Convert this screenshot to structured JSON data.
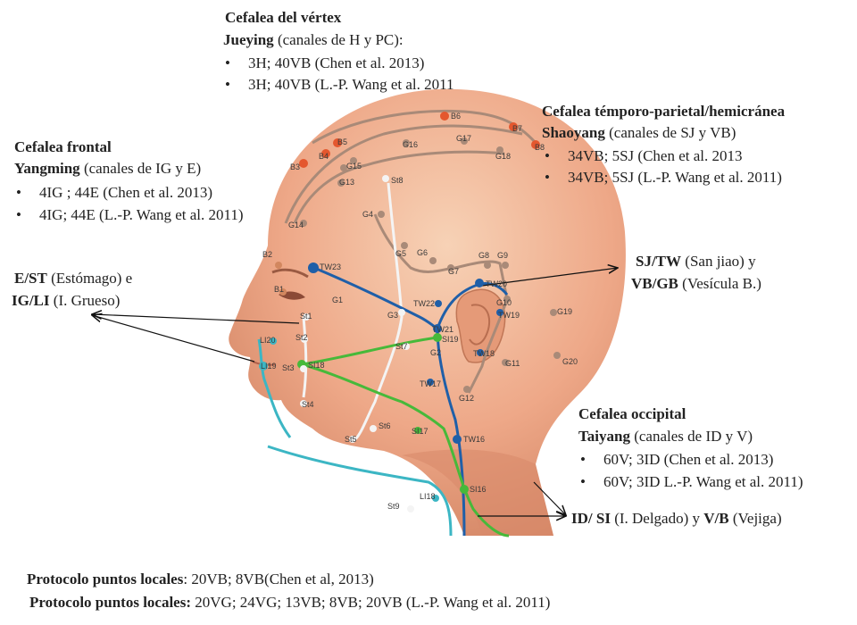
{
  "vertex": {
    "title": "Cefalea del vértex",
    "meridian": "Jueying",
    "meridian_note": "(canales de H y PC):",
    "items": [
      "3H; 40VB (Chen et al. 2013)",
      "3H; 40VB (L.-P. Wang et al. 2011"
    ]
  },
  "frontal": {
    "title": "Cefalea frontal",
    "meridian": "Yangming",
    "meridian_note": "(canales de IG y E)",
    "items": [
      "4IG ; 44E (Chen et al. 2013)",
      "4IG; 44E (L.-P. Wang et al. 2011)"
    ]
  },
  "temporal": {
    "title": "Cefalea témporo-parietal/hemicránea",
    "meridian": "Shaoyang",
    "meridian_note": "(canales de SJ y VB)",
    "items": [
      "34VB; 5SJ (Chen et al. 2013",
      "34VB;  5SJ (L.-P. Wang et al. 2011)"
    ]
  },
  "occipital": {
    "title": "Cefalea occipital",
    "meridian": "Taiyang",
    "meridian_note": "(canales de ID y V)",
    "items": [
      "60V; 3ID (Chen et al. 2013)",
      "60V; 3ID L.-P. Wang et al. 2011)"
    ]
  },
  "estomago": {
    "abbr1": "E/ST",
    "name1": "(Estómago) e",
    "abbr2": "IG/LI",
    "name2": "(I. Grueso)"
  },
  "sanjiao": {
    "abbr1": "SJ/TW",
    "name1": "(San jiao) y",
    "abbr2": "VB/GB",
    "name2": "(Vesícula B.)"
  },
  "delgado": {
    "abbr1": "ID/ SI",
    "name1": "(I. Delgado) y",
    "abbr2": "V/B",
    "name2": "(Vejiga)"
  },
  "protocol": {
    "line1_label": "Protocolo puntos locales",
    "line1_text": ": 20VB; 8VB(Chen et al, 2013)",
    "line2_label": "Protocolo puntos locales:",
    "line2_text": " 20VG; 24VG; 13VB; 8VB; 20VB (L.-P. Wang et al. 2011)"
  },
  "bullet": "•",
  "points": {
    "B1": "B1",
    "B2": "B2",
    "B3": "B3",
    "B4": "B4",
    "B5": "B5",
    "B6": "B6",
    "B7": "B7",
    "B8": "B8",
    "G1": "G1",
    "G2": "G2",
    "G3": "G3",
    "G4": "G4",
    "G5": "G5",
    "G6": "G6",
    "G7": "G7",
    "G8": "G8",
    "G9": "G9",
    "G10": "G10",
    "G11": "G11",
    "G12": "G12",
    "G13": "G13",
    "G14": "G14",
    "G15": "G15",
    "G16": "G16",
    "G17": "G17",
    "G18": "G18",
    "G19": "G19",
    "G20": "G20",
    "St1": "St1",
    "St2": "St2",
    "St3": "St3",
    "St4": "St4",
    "St5": "St5",
    "St6": "St6",
    "St7": "St7",
    "St8": "St8",
    "St9": "St9",
    "LI18": "LI18",
    "LI19": "LI19",
    "LI20": "LI20",
    "SI16": "SI16",
    "SI17": "SI17",
    "SI18": "SI18",
    "SI19": "SI19",
    "TW16": "TW16",
    "TW17": "TW17",
    "TW18": "TW18",
    "TW19": "TW19",
    "TW20": "TW20",
    "TW21": "TW21",
    "TW22": "TW22",
    "TW23": "TW23"
  },
  "colors": {
    "skin_light": "#f3c2a0",
    "skin_mid": "#e99f7c",
    "skin_dark": "#c9785a",
    "gb_channel": "#a98a78",
    "st_channel": "#f4f4f4",
    "tw_channel": "#1f5fa8",
    "si_channel": "#47b93a",
    "li_channel": "#3cb6c4"
  }
}
